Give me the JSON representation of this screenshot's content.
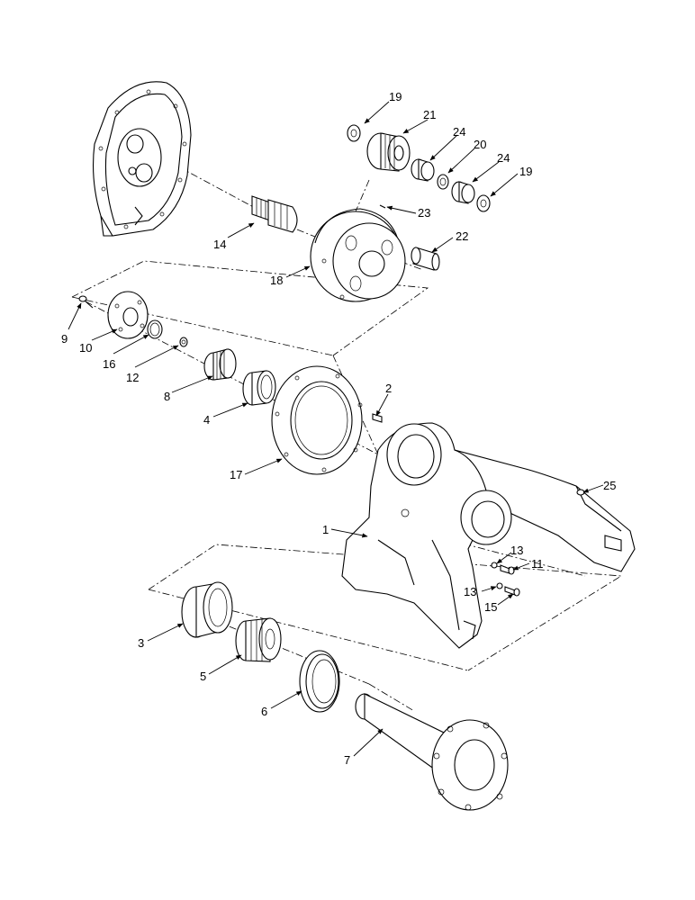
{
  "callouts": {
    "1": "1",
    "2": "2",
    "3": "3",
    "4": "4",
    "5": "5",
    "6": "6",
    "7": "7",
    "8": "8",
    "9": "9",
    "10": "10",
    "11": "11",
    "12": "12",
    "13a": "13",
    "13b": "13",
    "14": "14",
    "15": "15",
    "16": "16",
    "17": "17",
    "18": "18",
    "19a": "19",
    "19b": "19",
    "20": "20",
    "21": "21",
    "22": "22",
    "23": "23",
    "24a": "24",
    "24b": "24",
    "25": "25"
  }
}
